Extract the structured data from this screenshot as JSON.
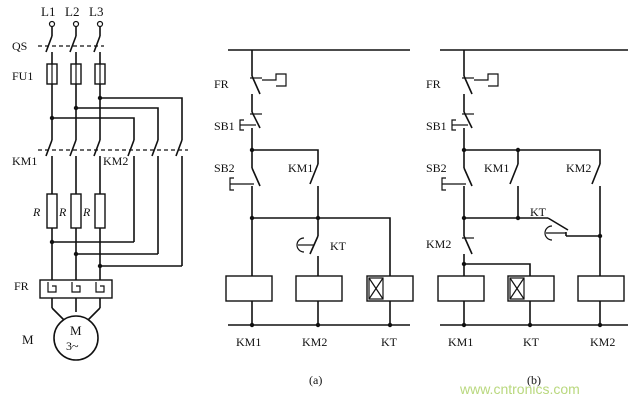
{
  "main_circuit": {
    "phases": [
      "L1",
      "L2",
      "L3"
    ],
    "switch_label": "QS",
    "fuse_label": "FU1",
    "contactor_1_label": "KM1",
    "contactor_2_label": "KM2",
    "resistor_label": "R",
    "relay_label": "FR",
    "motor_label": "M",
    "motor_symbol": "M",
    "motor_type": "3~"
  },
  "circuit_a": {
    "caption": "(a)",
    "fr_label": "FR",
    "sb1_label": "SB1",
    "sb2_label": "SB2",
    "km1_contact_label": "KM1",
    "kt_contact_label": "KT",
    "coils": [
      "KM1",
      "KM2",
      "KT"
    ]
  },
  "circuit_b": {
    "caption": "(b)",
    "fr_label": "FR",
    "sb1_label": "SB1",
    "sb2_label": "SB2",
    "km1_contact_label": "KM1",
    "km2_contact_label": "KM2",
    "kt_contact_label": "KT",
    "km2_nc_label": "KM2",
    "coils": [
      "KM1",
      "KT",
      "KM2"
    ]
  },
  "watermark": "www.cntronics.com"
}
